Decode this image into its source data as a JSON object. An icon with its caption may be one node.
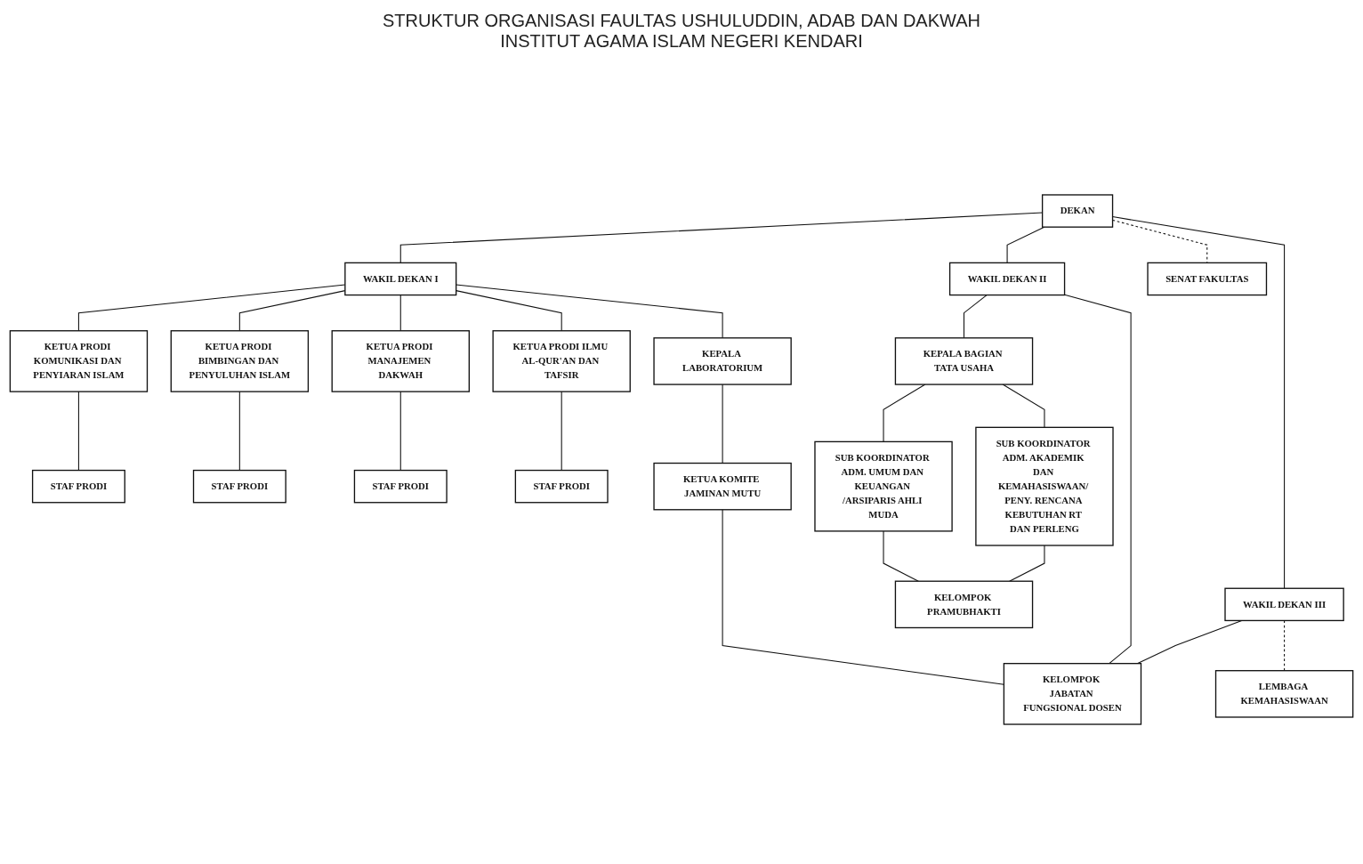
{
  "diagram": {
    "title": "STRUKTUR ORGANISASI FAULTAS USHULUDDIN, ADAB DAN DAKWAH INSTITUT AGAMA ISLAM NEGERI KENDARI",
    "nodes": [
      {
        "text": [
          "DEKAN"
        ]
      },
      {
        "text": [
          "SENAT FAKULTAS"
        ]
      },
      {
        "text": [
          "WAKIL DEKAN I"
        ]
      },
      {
        "text": [
          "WAKIL DEKAN II"
        ]
      },
      {
        "text": [
          "WAKIL DEKAN III"
        ]
      },
      {
        "text": [
          "KETUA PRODI KOMUNIKASI DAN PENYIARAN ISLAM"
        ]
      },
      {
        "text": [
          "KETUA PRODI BIMBINGAN DAN PENYULUHAN ISLAM"
        ]
      },
      {
        "text": [
          "KETUA PRODI MANAJEMEN DAKWAH"
        ]
      },
      {
        "text": [
          "KETUA PRODI ILMU AL-QUR'AN DAN TAFSIR"
        ]
      },
      {
        "text": [
          "KEPALA BAGIAN TATA USAHA"
        ]
      },
      {
        "text": [
          "STAF PRODI"
        ]
      },
      {
        "text": [
          "STAF PRODI"
        ]
      },
      {
        "text": [
          "STAF PRODI"
        ]
      },
      {
        "text": [
          "STAF PRODI"
        ]
      },
      {
        "text": [
          "SUB KOORDINATOR ADM. UMUM DAN KEUANGAN /ARSIPARIS AHLI MUDA"
        ]
      },
      {
        "text": [
          "SUB KOORDINATOR ADM. AKADEMIK DAN KEMAHASISWAAN/ PENY. RENCANA KEBUTUHAN RT DAN PERLENG"
        ]
      },
      {
        "text": [
          "KEPALA LABORATORIUM"
        ]
      },
      {
        "text": [
          "KELOMPOK PRAMUBHAKTI"
        ]
      },
      {
        "text": [
          "KETUA KOMITE JAMINAN MUTU"
        ]
      },
      {
        "text": [
          "KELOMPOK JABATAN FUNGSIONAL DOSEN"
        ]
      },
      {
        "text": [
          "LEMBAGA KEMAHASISWAAN"
        ]
      }
    ],
    "edges": [
      {
        "from": 0,
        "to": 1,
        "arrow": "none",
        "style": "dashed"
      },
      {
        "from": 0,
        "to": 2,
        "arrow": "none"
      },
      {
        "from": 0,
        "to": 3,
        "arrow": "none"
      },
      {
        "from": 0,
        "to": 4,
        "arrow": "none"
      },
      {
        "from": 2,
        "to": 5,
        "arrow": "none"
      },
      {
        "from": 2,
        "to": 6,
        "arrow": "none"
      },
      {
        "from": 2,
        "to": 7,
        "arrow": "none"
      },
      {
        "from": 2,
        "to": 8,
        "arrow": "none"
      },
      {
        "from": 3,
        "to": 9,
        "arrow": "none"
      },
      {
        "from": 5,
        "to": 10,
        "arrow": "none"
      },
      {
        "from": 6,
        "to": 11,
        "arrow": "none"
      },
      {
        "from": 7,
        "to": 12,
        "arrow": "none"
      },
      {
        "from": 8,
        "to": 13,
        "arrow": "none"
      },
      {
        "from": 9,
        "to": 14,
        "arrow": "none"
      },
      {
        "from": 9,
        "to": 15,
        "arrow": "none"
      },
      {
        "from": 2,
        "to": 16,
        "arrow": "none"
      },
      {
        "from": 14,
        "to": 17,
        "arrow": "none"
      },
      {
        "from": 15,
        "to": 17,
        "arrow": "none"
      },
      {
        "from": 16,
        "to": 18,
        "arrow": "none"
      },
      {
        "from": 18,
        "to": 19,
        "arrow": "none"
      },
      {
        "from": 3,
        "to": 19,
        "arrow": "none"
      },
      {
        "from": 4,
        "to": 19,
        "arrow": "none"
      },
      {
        "from": 4,
        "to": 20,
        "arrow": "none",
        "style": "dashed"
      }
    ]
  }
}
